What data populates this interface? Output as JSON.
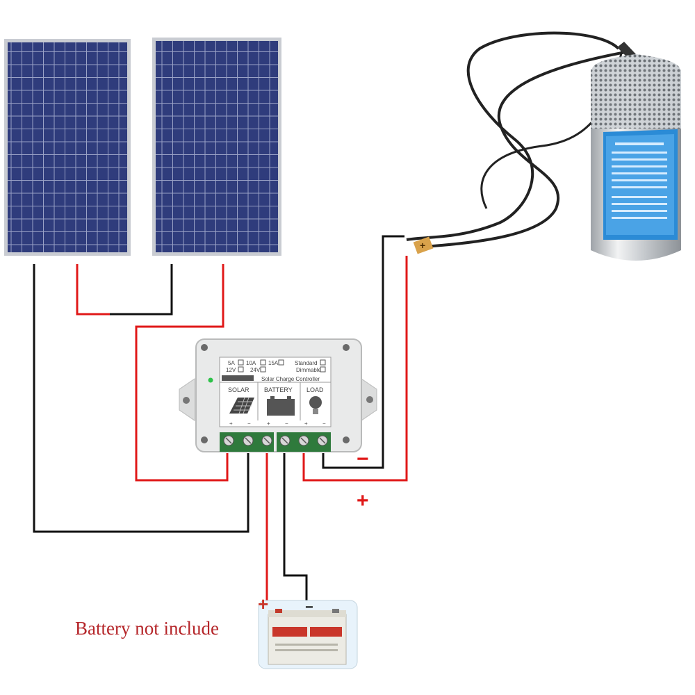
{
  "caption": "Battery not include",
  "polarity": {
    "minus": "−",
    "plus": "+"
  },
  "controller": {
    "amp_options": [
      "5A",
      "10A",
      "15A"
    ],
    "volt_options": [
      "12V",
      "24V"
    ],
    "mode_options": [
      "Standard",
      "Dimmable"
    ],
    "title": "Solar Charge Controller",
    "sections": [
      "SOLAR",
      "BATTERY",
      "LOAD"
    ],
    "terminal_signs": [
      "+",
      "−",
      "+",
      "−",
      "+",
      "−"
    ]
  },
  "battery": {
    "plus_mark": "+",
    "minus_mark": "−"
  },
  "pump": {
    "lead_plus_mark": "+"
  },
  "colors": {
    "positive_wire": "#e01818",
    "negative_wire": "#111111",
    "panel_cell": "#2e3a78",
    "panel_frame": "#c9ccd2",
    "controller_body": "#e9eaea",
    "caption_text": "#b5262a"
  }
}
